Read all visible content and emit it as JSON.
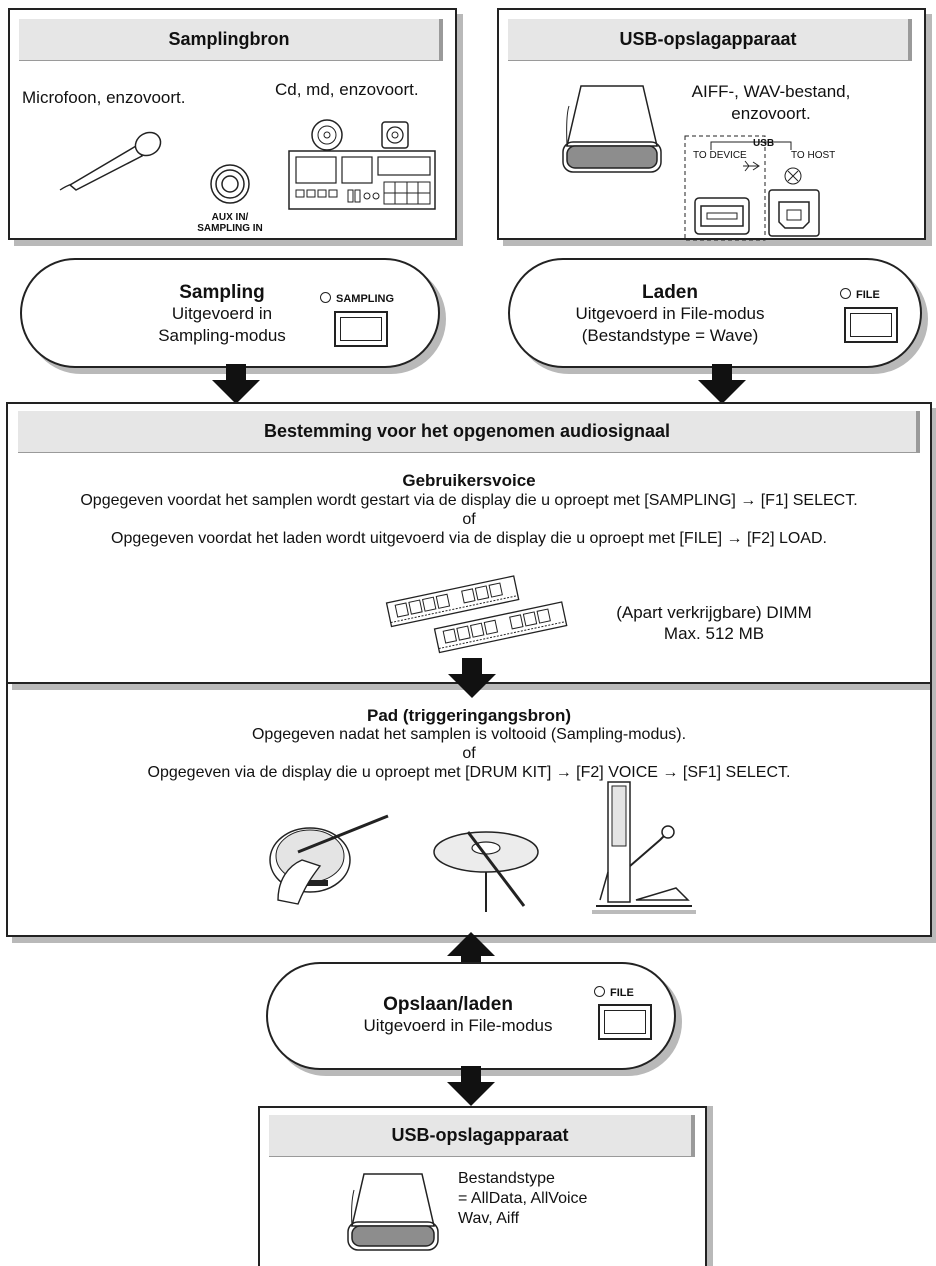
{
  "sampling_source": {
    "title": "Samplingbron",
    "mic_label": "Microfoon, enzovoort.",
    "cd_label": "Cd, md, enzovoort.",
    "jack_label_1": "AUX IN/",
    "jack_label_2": "SAMPLING IN"
  },
  "usb_source": {
    "title": "USB-opslagapparaat",
    "file_label_1": "AIFF-, WAV-bestand,",
    "file_label_2": "enzovoort.",
    "usb_label": "USB",
    "to_device": "TO DEVICE",
    "to_host": "TO HOST"
  },
  "sampling_step": {
    "title": "Sampling",
    "line1": "Uitgevoerd in",
    "line2": "Sampling-modus",
    "button_label": "SAMPLING"
  },
  "load_step": {
    "title": "Laden",
    "line1": "Uitgevoerd in File-modus",
    "line2": "(Bestandstype = Wave)",
    "button_label": "FILE"
  },
  "destination": {
    "title": "Bestemming voor het opgenomen audiosignaal",
    "user_voice_title": "Gebruikersvoice",
    "user_voice_line1": "Opgegeven voordat het samplen wordt gestart via de display die u oproept met [SAMPLING] → [F1] SELECT.",
    "or_1": "of",
    "user_voice_line2": "Opgegeven voordat het laden wordt uitgevoerd via de display die u oproept met [FILE] → [F2] LOAD.",
    "dimm_line1": "(Apart verkrijgbare) DIMM",
    "dimm_line2": "Max. 512 MB",
    "pad_title": "Pad (triggeringangsbron)",
    "pad_line1": "Opgegeven nadat het samplen is voltooid (Sampling-modus).",
    "or_2": "of",
    "pad_line2": "Opgegeven via de display die u oproept met [DRUM KIT] → [F2] VOICE → [SF1] SELECT."
  },
  "save_step": {
    "title": "Opslaan/laden",
    "line1": "Uitgevoerd in File-modus",
    "button_label": "FILE"
  },
  "usb_target": {
    "title": "USB-opslagapparaat",
    "line1": "Bestandstype",
    "line2": "= AllData, AllVoice",
    "line3": "Wav, Aiff"
  }
}
